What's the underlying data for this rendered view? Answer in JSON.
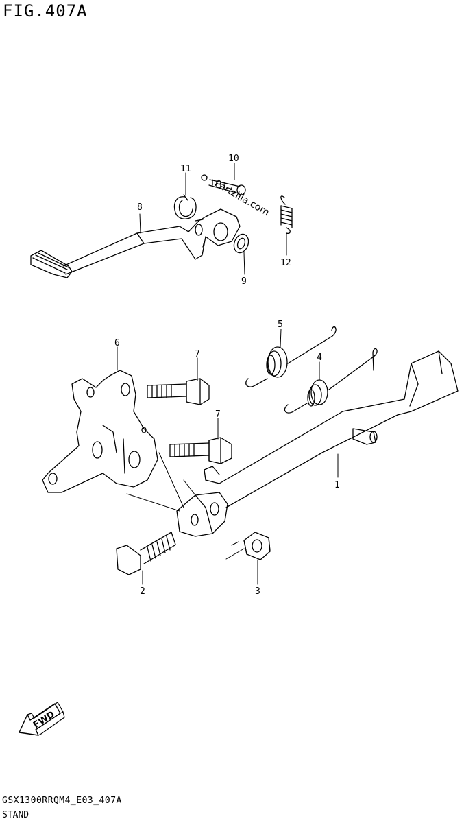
{
  "figure": {
    "title": "FIG.407A"
  },
  "watermark": "Partzilla.com",
  "callouts": {
    "c1": "1",
    "c2": "2",
    "c3": "3",
    "c4": "4",
    "c5": "5",
    "c6": "6",
    "c7a": "7",
    "c7b": "7",
    "c8": "8",
    "c9": "9",
    "c10": "10",
    "c11": "11",
    "c12": "12"
  },
  "fwd_arrow": {
    "label": "FWD"
  },
  "footer": {
    "code": "GSX1300RRQM4_E03_407A",
    "section_name": "STAND"
  }
}
